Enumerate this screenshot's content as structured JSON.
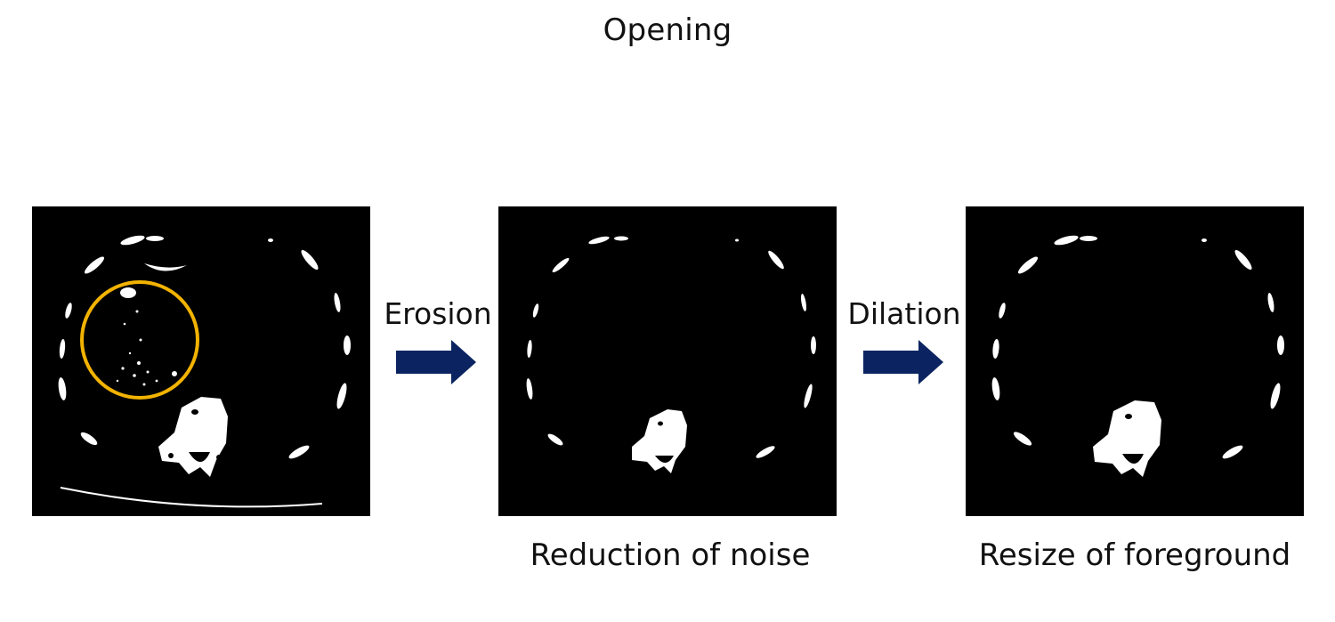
{
  "title": "Opening",
  "steps": [
    {
      "label": "Erosion"
    },
    {
      "label": "Dilation"
    }
  ],
  "captions": {
    "eroded": "Reduction of noise",
    "dilated": "Resize of foreground"
  },
  "colors": {
    "arrow": "#0b2461",
    "highlight_circle": "#f2b300",
    "image_background": "#000000",
    "foreground": "#ffffff"
  }
}
